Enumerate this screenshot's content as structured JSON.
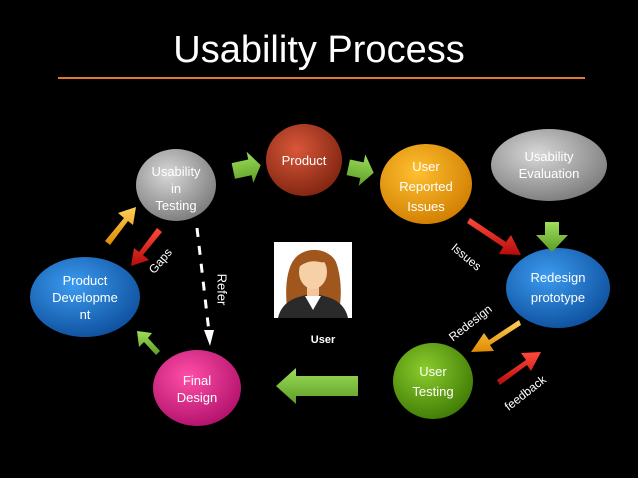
{
  "slide": {
    "title": "Usability Process",
    "nodes": {
      "usability_in_testing": "Usability\nin\nTesting",
      "product": "Product",
      "user_reported_issues": "User\nReported\nIssues",
      "usability_evaluation": "Usability\nEvaluation",
      "redesign_prototype": "Redesign\nprototype",
      "user_testing": "User\nTesting",
      "final_design": "Final\nDesign",
      "product_development": "Product\nDevelopme\nnt"
    },
    "edge_labels": {
      "gaps": "Gaps",
      "refer": "Refer",
      "issues": "Issues",
      "redesign": "Redesign",
      "feedback": "feedback"
    },
    "user_label": "User"
  },
  "colors": {
    "background": "#000000",
    "title_rule": "#e2772e",
    "red_node": "#b53a22",
    "orange_node": "#f4a00a",
    "grey_node": "#a8a8a8",
    "blue_node": "#1f78d0",
    "green_node": "#67a50e",
    "pink_node": "#e8238a",
    "arrow_green": "#7bc142",
    "arrow_red": "#e01e1e",
    "arrow_orange": "#f5a623"
  }
}
